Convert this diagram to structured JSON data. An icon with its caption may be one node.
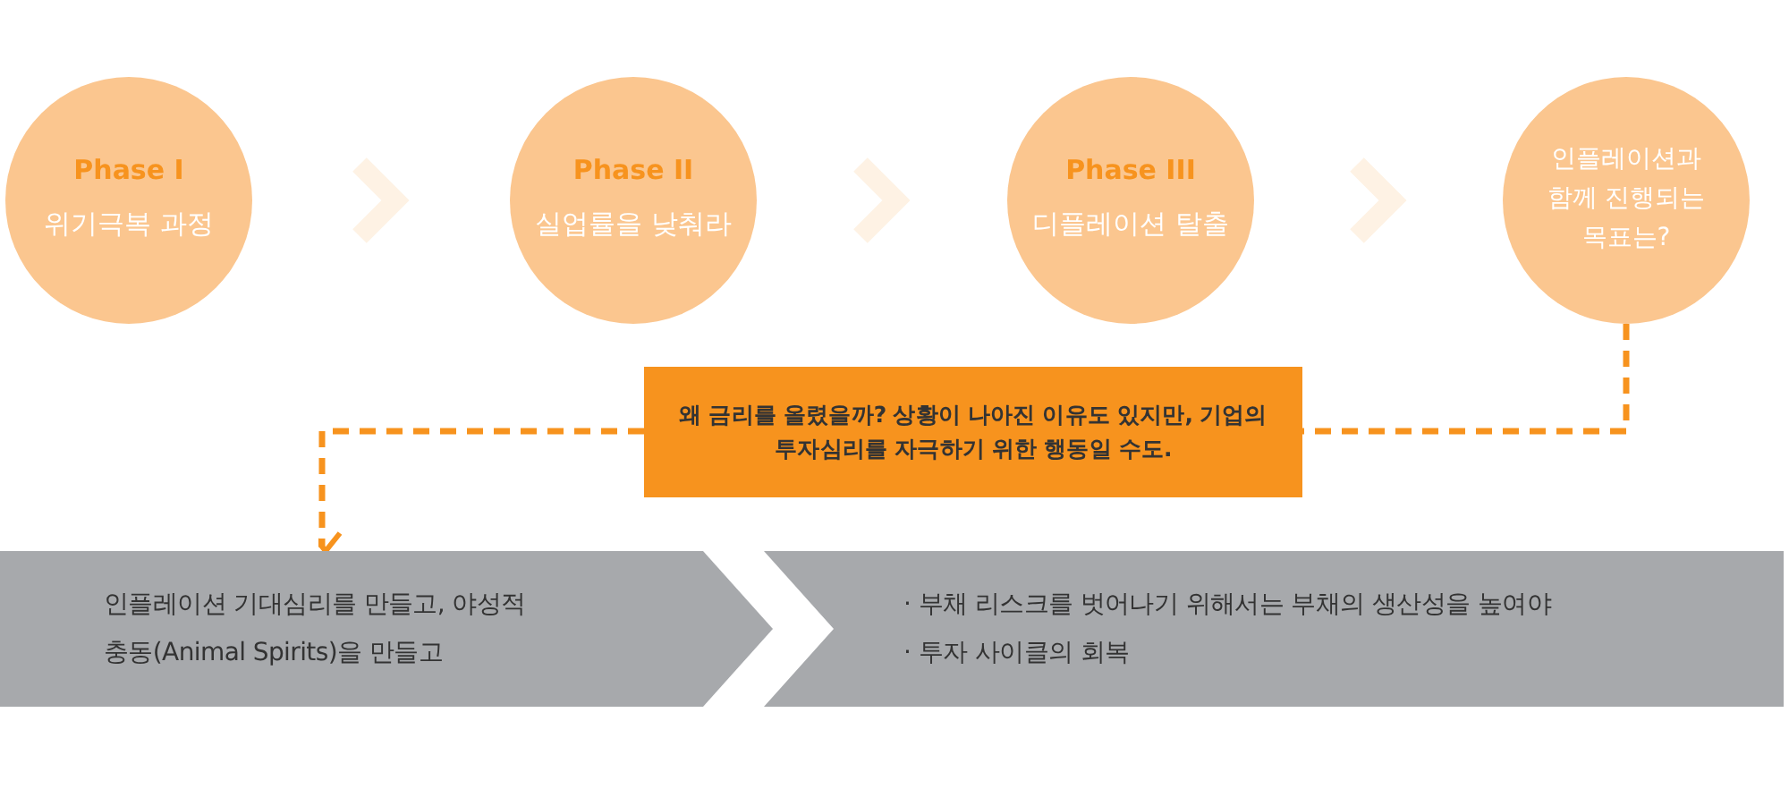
{
  "diagram": {
    "nodes": [
      {
        "text": [
          "Phase I",
          "위기극복 과정"
        ]
      },
      {
        "text": [
          "Phase II",
          "실업률을 낮춰라"
        ]
      },
      {
        "text": [
          "Phase III",
          "디플레이션 탈출"
        ]
      },
      {
        "text": [
          "인플레이션과 함께 진행되는 목표는?"
        ]
      },
      {
        "text": [
          "왜 금리를 올렸을까? 상황이 나아진 이유도 있지만, 기업의 투자심리를 자극하기 위한 행동일 수도."
        ]
      },
      {
        "text": [
          "인플레이션 기대심리를 만들고, 야성적 충동(Animal Spirits)을 만들고"
        ]
      },
      {
        "text": [
          "· 부채 리스크를 벗어나기 위해서는 부채의 생산성을 높여야",
          "· 투자 사이클의 회복"
        ]
      }
    ],
    "edges": [
      {
        "from": 0,
        "to": 1,
        "arrow": "to"
      },
      {
        "from": 1,
        "to": 2,
        "arrow": "to"
      },
      {
        "from": 2,
        "to": 3,
        "arrow": "to"
      },
      {
        "from": 3,
        "to": 4,
        "arrow": "none",
        "style": "dashed",
        "color": "#f7931e"
      },
      {
        "from": 4,
        "to": 5,
        "arrow": "to",
        "style": "dashed",
        "color": "#f7931e"
      }
    ]
  }
}
